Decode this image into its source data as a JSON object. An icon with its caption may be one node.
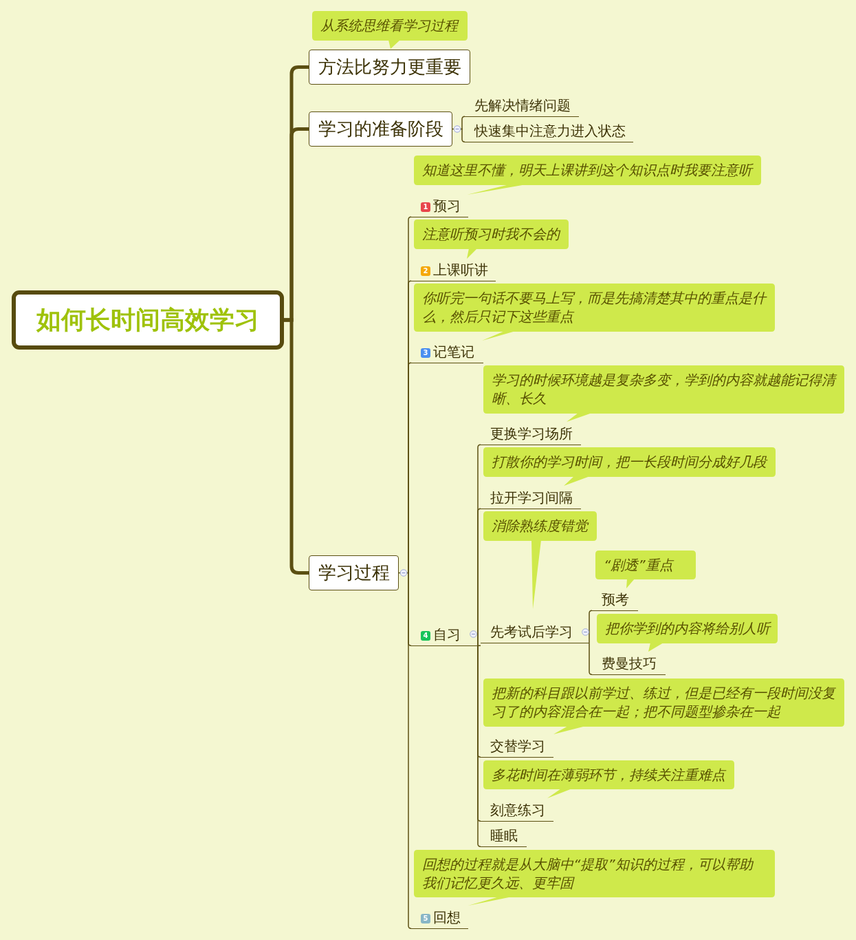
{
  "diagram": {
    "nodes": [
      {
        "text": [
          "如何长时间高效学习"
        ]
      },
      {
        "text": [
          "从系统思维看学习过程"
        ]
      },
      {
        "text": [
          "方法比努力更重要"
        ]
      },
      {
        "text": [
          "学习的准备阶段"
        ]
      },
      {
        "text": [
          "先解决情绪问题"
        ]
      },
      {
        "text": [
          "快速集中注意力进入状态"
        ]
      },
      {
        "text": [
          "学习过程"
        ]
      },
      {
        "text": [
          "知道这里不懂，明天上课讲到这个知识点时我要注意听"
        ]
      },
      {
        "text": [
          "1",
          "预习"
        ]
      },
      {
        "text": [
          "注意听预习时我不会的"
        ]
      },
      {
        "text": [
          "2",
          "上课听讲"
        ]
      },
      {
        "text": [
          "你听完一句话不要马上写，而是先搞清楚其中的重点是什么，然后只记下这些重点"
        ]
      },
      {
        "text": [
          "3",
          "记笔记"
        ]
      },
      {
        "text": [
          "4",
          "自习"
        ]
      },
      {
        "text": [
          "学习的时候环境越是复杂多变，学到的内容就越能记得清晰、长久"
        ]
      },
      {
        "text": [
          "更换学习场所"
        ]
      },
      {
        "text": [
          "打散你的学习时间，把一长段时间分成好几段"
        ]
      },
      {
        "text": [
          "拉开学习间隔"
        ]
      },
      {
        "text": [
          "消除熟练度错觉"
        ]
      },
      {
        "text": [
          "先考试后学习"
        ]
      },
      {
        "text": [
          "“剧透”重点"
        ]
      },
      {
        "text": [
          "预考"
        ]
      },
      {
        "text": [
          "把你学到的内容将给别人听"
        ]
      },
      {
        "text": [
          "费曼技巧"
        ]
      },
      {
        "text": [
          "把新的科目跟以前学过、练过，但是已经有一段时间没复习了的内容混合在一起；把不同题型掺杂在一起"
        ]
      },
      {
        "text": [
          "交替学习"
        ]
      },
      {
        "text": [
          "多花时间在薄弱环节，持续关注重难点"
        ]
      },
      {
        "text": [
          "刻意练习"
        ]
      },
      {
        "text": [
          "睡眠"
        ]
      },
      {
        "text": [
          "回想的过程就是从大脑中“提取”知识的过程，可以帮助我们记忆更久远、更牢固"
        ]
      },
      {
        "text": [
          "5",
          "回想"
        ]
      }
    ],
    "edges": [
      {
        "from": 0,
        "to": 2,
        "arrow": "none",
        "style": "thick"
      },
      {
        "from": 0,
        "to": 3,
        "arrow": "none",
        "style": "thick"
      },
      {
        "from": 0,
        "to": 6,
        "arrow": "none",
        "style": "thick"
      },
      {
        "from": 3,
        "to": 4,
        "arrow": "none"
      },
      {
        "from": 3,
        "to": 5,
        "arrow": "none"
      },
      {
        "from": 6,
        "to": 8,
        "arrow": "none"
      },
      {
        "from": 6,
        "to": 10,
        "arrow": "none"
      },
      {
        "from": 6,
        "to": 12,
        "arrow": "none"
      },
      {
        "from": 6,
        "to": 13,
        "arrow": "none"
      },
      {
        "from": 6,
        "to": 30,
        "arrow": "none"
      },
      {
        "from": 13,
        "to": 15,
        "arrow": "none"
      },
      {
        "from": 13,
        "to": 17,
        "arrow": "none"
      },
      {
        "from": 13,
        "to": 19,
        "arrow": "none"
      },
      {
        "from": 13,
        "to": 25,
        "arrow": "none"
      },
      {
        "from": 13,
        "to": 27,
        "arrow": "none"
      },
      {
        "from": 13,
        "to": 28,
        "arrow": "none"
      },
      {
        "from": 19,
        "to": 21,
        "arrow": "none"
      },
      {
        "from": 19,
        "to": 23,
        "arrow": "none"
      }
    ]
  }
}
